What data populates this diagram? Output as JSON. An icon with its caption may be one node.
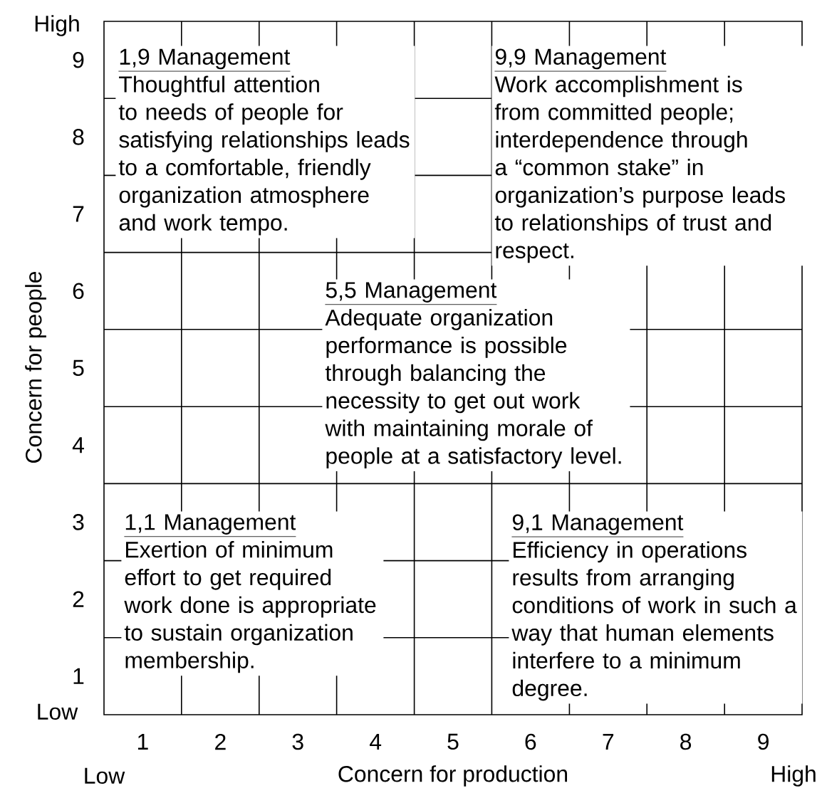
{
  "diagram": {
    "nodes": [
      {
        "text": [
          "1,9 Management",
          "Thoughtful attention to needs of people for satisfying relationships leads to a comfortable, friendly organization atmosphere and work tempo."
        ]
      },
      {
        "text": [
          "9,9 Management",
          "Work accomplishment is from committed people; interdependence through a “common stake” in organization’s purpose leads to relationships of trust and respect."
        ]
      },
      {
        "text": [
          "5,5 Management",
          "Adequate organization performance is possible through balancing the necessity to get out work with maintaining morale of people at a satisfactory level."
        ]
      },
      {
        "text": [
          "1,1 Management",
          "Exertion of minimum effort to get required work done is appropriate to sustain organization membership."
        ]
      },
      {
        "text": [
          "9,1 Management",
          "Efficiency in operations results from arranging conditions of work in such a way that human elements interfere to a minimum degree."
        ]
      }
    ],
    "labels": [
      "High",
      "9",
      "8",
      "7",
      "6",
      "5",
      "4",
      "3",
      "2",
      "1",
      "Low",
      "Concern for people",
      "1",
      "2",
      "3",
      "4",
      "5",
      "6",
      "7",
      "8",
      "9",
      "Low",
      "Concern for production",
      "High"
    ]
  }
}
